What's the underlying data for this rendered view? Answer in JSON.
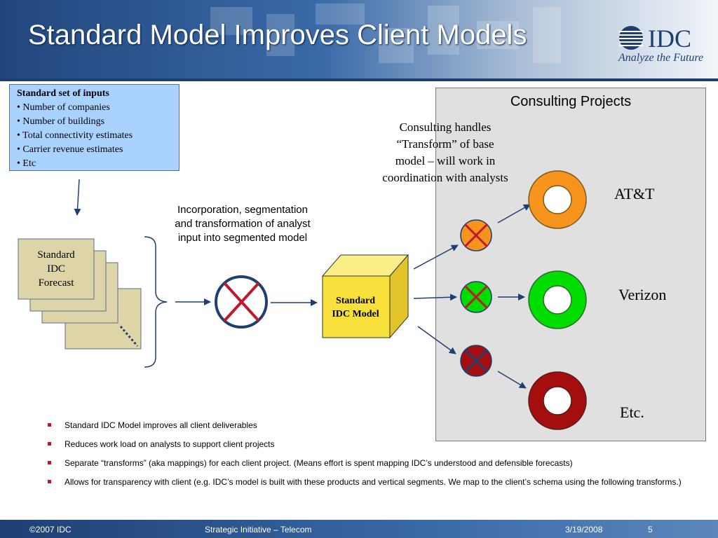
{
  "slide": {
    "title": "Standard Model Improves Client Models"
  },
  "logo": {
    "name": "IDC",
    "tagline": "Analyze the Future"
  },
  "inputs_box": {
    "heading": "Standard set of inputs",
    "items": [
      "• Number of companies",
      "• Number of buildings",
      "• Total connectivity estimates",
      "• Carrier revenue estimates",
      "• Etc"
    ]
  },
  "forecast": {
    "line1": "Standard",
    "line2": "IDC",
    "line3": "Forecast"
  },
  "incorporation_text": "Incorporation, segmentation and transformation of analyst input into segmented model",
  "model": {
    "line1": "Standard",
    "line2": "IDC Model"
  },
  "consulting": {
    "title": "Consulting Projects",
    "note": "Consulting handles “Transform” of base model – will work in coordination with analysts",
    "clients": [
      "AT&T",
      "Verizon",
      "Etc."
    ]
  },
  "bullets": [
    "Standard IDC Model improves all client deliverables",
    "Reduces work load on analysts to support client projects",
    "Separate “transforms” (aka mappings) for each client project. (Means effort is spent mapping IDC’s understood and defensible forecasts)",
    "Allows for transparency with client (e.g. IDC’s model is built with these products and vertical segments. We map to the client’s schema using the following transforms.)"
  ],
  "footer": {
    "copyright": "©2007 IDC",
    "center": "Strategic Initiative – Telecom",
    "date": "3/19/2008",
    "page": "5"
  },
  "colors": {
    "att": "#f7941d",
    "verizon": "#00dd00",
    "etc": "#a50e0e",
    "input_box": "#a9d2ff",
    "model_cube": "#f7df3c",
    "forecast_page": "#ddd5a8"
  }
}
